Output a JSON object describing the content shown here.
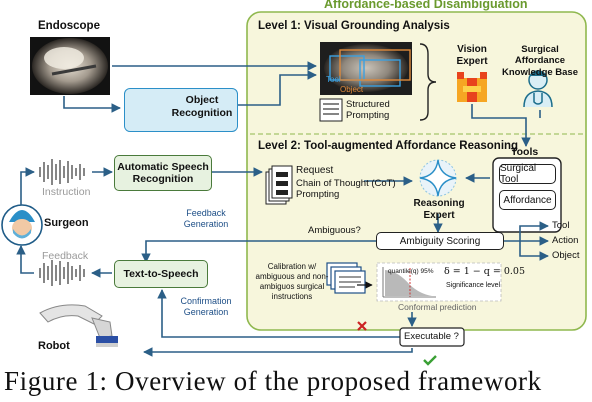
{
  "title": "Affordance-based Disambiguation",
  "level1": "Level 1: Visual Grounding Analysis",
  "level2": "Level 2: Tool-augmented Affordance Reasoning",
  "endoscope": "Endoscope",
  "object_recognition": "Object Recognition",
  "structured_prompting": "Structured Prompting",
  "tool_label": "Tool",
  "object_label": "Object",
  "vision_expert": "Vision Expert",
  "knowledge_base": "Surgical Affordance Knowledge Base",
  "tools_title": "Tools",
  "tools": [
    "Surgical Tool",
    "Affordance"
  ],
  "request": "Request",
  "cot": "Chain of Thought (CoT) Prompting",
  "reasoning_expert": "Reasoning Expert",
  "instruction": "Instruction",
  "asr": "Automatic Speech Recognition",
  "surgeon": "Surgeon",
  "feedback_generation": "Feedback Generation",
  "ambiguous": "Ambiguous?",
  "ambiguity_scoring": "Ambiguity Scoring",
  "outputs": [
    "Tool",
    "Action",
    "Object"
  ],
  "feedback": "Feedback",
  "tts": "Text-to-Speech",
  "calibration": "Calibration w/ ambiguous and non-ambiguos surgical instructions",
  "quantile": "quantile(q) 95%",
  "formula": "δ = 1 − q = 0.05",
  "significance": "Significance level",
  "conformal": "Conformal prediction",
  "confirmation_generation": "Confirmation Generation",
  "robot": "Robot",
  "executable": "Executable ?",
  "caption": "Figure 1:  Overview of the proposed framework",
  "colors": {
    "panel_fill": "#f7f6dc",
    "panel_border": "#8fb84e",
    "title": "#6a9a2e",
    "arrow": "#2b5f87",
    "green_box": "#e7f2e0",
    "blue_box": "#d5ecf6",
    "red": "#cc2222",
    "check": "#3aa035"
  },
  "icons": [
    "endoscope-image",
    "neural-network-icon",
    "microphone-wave-icon",
    "surgeon-avatar-icon",
    "robot-arm-image",
    "vision-expert-logo-icon",
    "doctor-icon",
    "stacked-documents-icon",
    "reasoning-star-icon",
    "distribution-plot-icon",
    "cross-icon",
    "check-icon"
  ]
}
